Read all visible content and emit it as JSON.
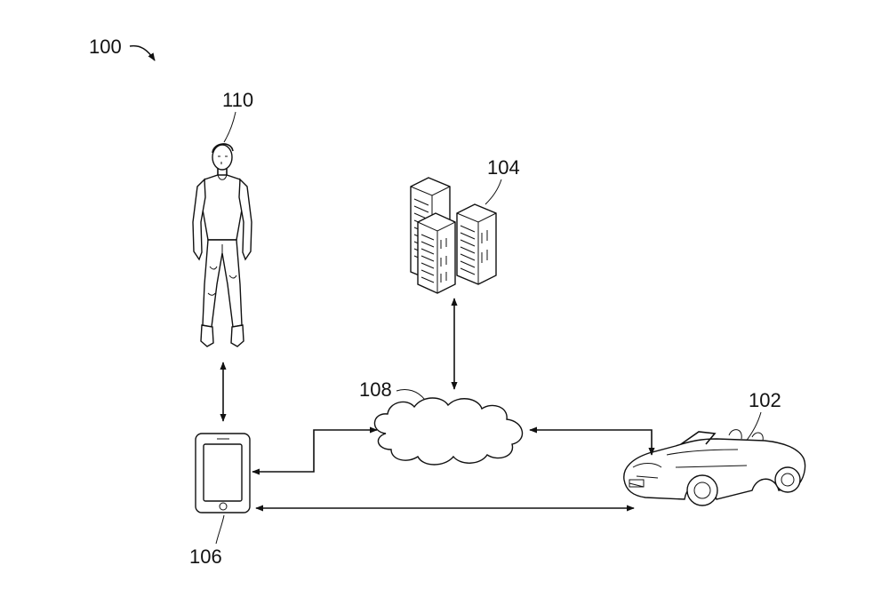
{
  "figure": {
    "ref_system": "100",
    "ref_vehicle": "102",
    "ref_servers": "104",
    "ref_device": "106",
    "ref_network": "108",
    "ref_user": "110"
  },
  "icons": {
    "user": "person-icon",
    "servers": "server-rack-icon",
    "network": "cloud-icon",
    "device": "tablet-icon",
    "vehicle": "convertible-car-icon"
  }
}
